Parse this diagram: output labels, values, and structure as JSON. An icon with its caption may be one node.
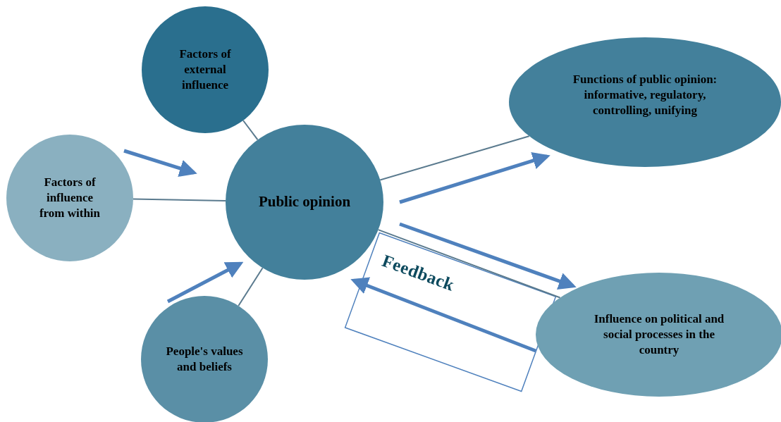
{
  "diagram": {
    "nodes": [
      {
        "text": [
          "Factors of external influence"
        ]
      },
      {
        "text": [
          "Factors of influence from within"
        ]
      },
      {
        "text": [
          "Public opinion"
        ]
      },
      {
        "text": [
          "Functions of public opinion: informative, regulatory, controlling, unifying"
        ]
      },
      {
        "text": [
          "People's values and beliefs"
        ]
      },
      {
        "text": [
          "Influence on political and social processes in the country"
        ]
      }
    ],
    "labels": [
      "Feedback"
    ],
    "edges": [
      {
        "from": 0,
        "to": 2,
        "arrow": "none"
      },
      {
        "from": 1,
        "to": 2,
        "arrow": "none"
      },
      {
        "from": 4,
        "to": 2,
        "arrow": "none"
      },
      {
        "from": 2,
        "to": 3,
        "arrow": "none"
      },
      {
        "from": 2,
        "to": 5,
        "arrow": "none"
      },
      {
        "from": 1,
        "to": 2,
        "arrow": "to",
        "style": "thick",
        "color": "#4f81bd"
      },
      {
        "from": 4,
        "to": 2,
        "arrow": "to",
        "style": "thick",
        "color": "#4f81bd"
      },
      {
        "from": 2,
        "to": 3,
        "arrow": "to",
        "style": "thick",
        "color": "#4f81bd"
      },
      {
        "from": 2,
        "to": 5,
        "arrow": "to",
        "style": "thick",
        "color": "#4f81bd"
      },
      {
        "from": 5,
        "to": 2,
        "arrow": "to",
        "style": "thick",
        "color": "#4f81bd"
      }
    ]
  }
}
